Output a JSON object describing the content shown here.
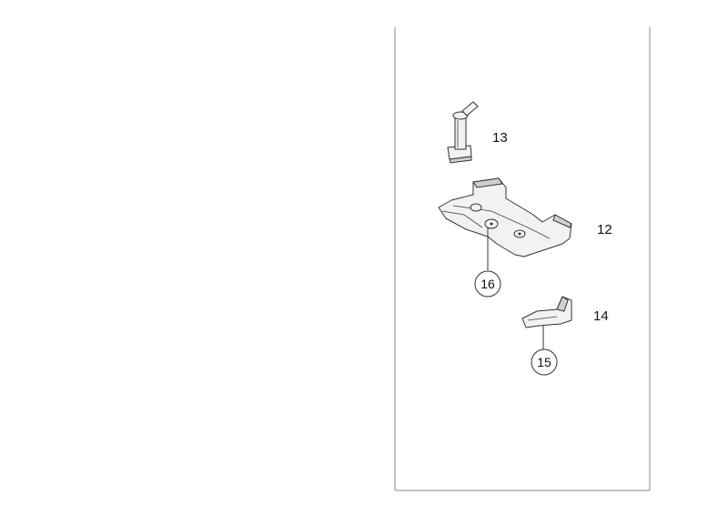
{
  "parts": [
    {
      "id": "part-13",
      "label": "13"
    },
    {
      "id": "part-12",
      "label": "12"
    },
    {
      "id": "part-14",
      "label": "14"
    }
  ],
  "callouts": [
    {
      "id": "callout-16",
      "label": "16"
    },
    {
      "id": "callout-15",
      "label": "15"
    }
  ],
  "colors": {
    "line": "#333333",
    "fill": "#f2f2f2",
    "frame": "#888888"
  }
}
